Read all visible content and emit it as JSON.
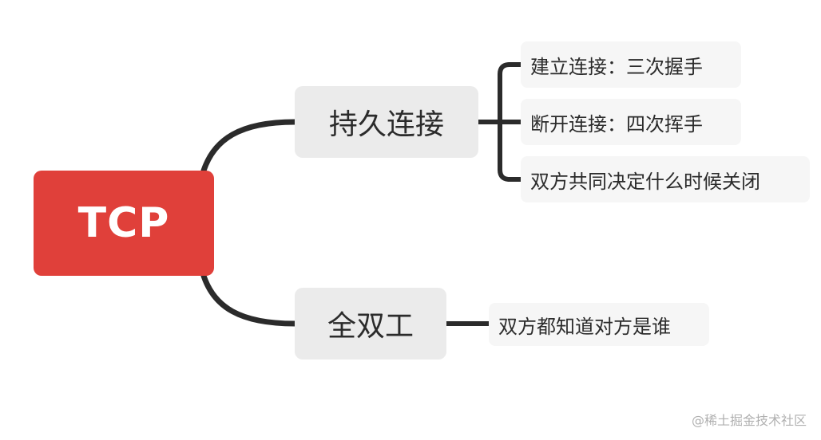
{
  "root": {
    "label": "TCP"
  },
  "branches": [
    {
      "label": "持久连接",
      "children": [
        "建立连接：三次握手",
        "断开连接：四次挥手",
        "双方共同决定什么时候关闭"
      ]
    },
    {
      "label": "全双工",
      "children": [
        "双方都知道对方是谁"
      ]
    }
  ],
  "colors": {
    "root_fill": "#e0403a",
    "branch_fill": "#ebebeb",
    "leaf_fill": "#f6f6f6",
    "connector": "#2b2b2b"
  },
  "watermark": "@稀土掘金技术社区"
}
